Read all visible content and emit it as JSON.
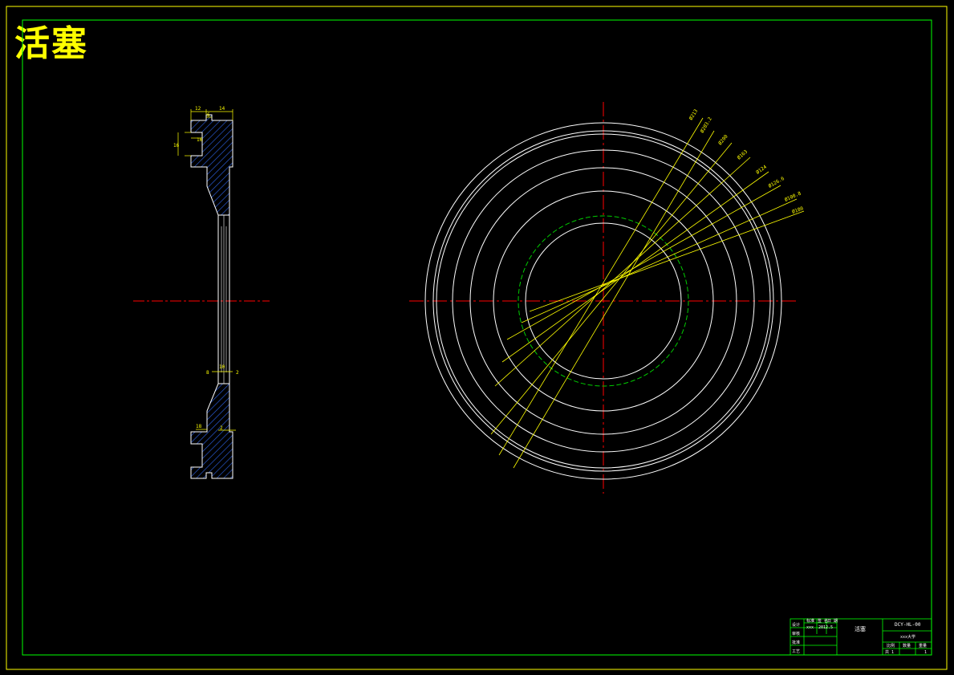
{
  "drawing_title": "活塞",
  "section_view": {
    "dims": [
      "12",
      "14",
      "6",
      "16",
      "16",
      "8",
      "10",
      "2",
      "18",
      "2"
    ]
  },
  "plan_view": {
    "diameter_labels": [
      "Ø213",
      "Ø203.2",
      "Ø200",
      "Ø163",
      "Ø124",
      "Ø126.6",
      "Ø100.8",
      "Ø180"
    ]
  },
  "title_block": {
    "drawing_number": "DCY-HL-00",
    "school": "xxx大学",
    "part_name": "活塞",
    "scale_label": "比例",
    "qty_label": "数量",
    "weight_label": "重量",
    "sheet_label": "共 1",
    "sheet_value": "1",
    "row_labels": [
      "设计",
      "审核",
      "批准",
      "工艺"
    ],
    "header_cells": [
      "标准",
      "签 名",
      "日 期"
    ],
    "design_name": "xxx",
    "design_date": "2012.5"
  },
  "colors": {
    "frame": "#ffff00",
    "inner_frame": "#00ff00",
    "outline": "#ffffff",
    "centerline": "#ff0000",
    "dimension": "#ffff00",
    "hatch": "#2a5bd7",
    "hidden_circle": "#00cc00"
  }
}
